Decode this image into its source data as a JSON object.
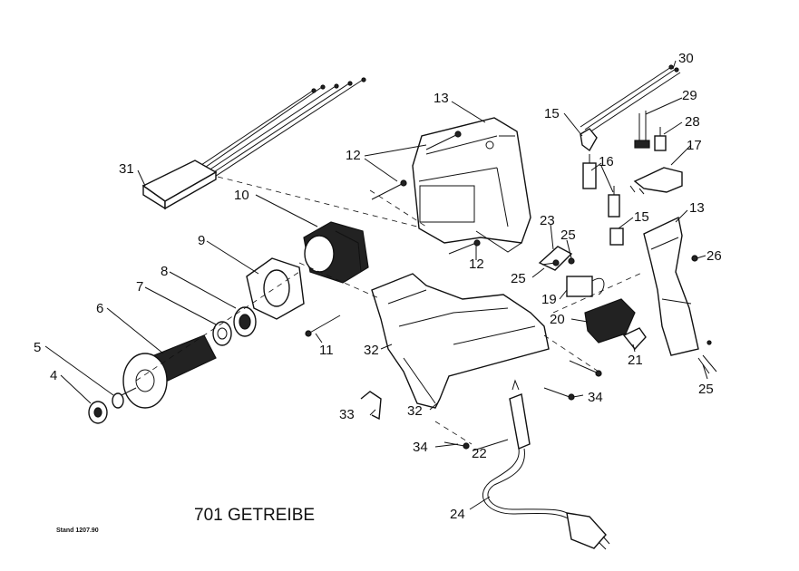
{
  "title": "701 GETREIBE",
  "stand": "Stand 1207.90",
  "parts": [
    {
      "id": "p31",
      "label": "31",
      "name": "cable-harness"
    },
    {
      "id": "p13a",
      "label": "13",
      "name": "motor-housing"
    },
    {
      "id": "p12a",
      "label": "12",
      "name": "screws-upper"
    },
    {
      "id": "p12b",
      "label": "12",
      "name": "screws-lower"
    },
    {
      "id": "p10",
      "label": "10",
      "name": "field-coil"
    },
    {
      "id": "p9",
      "label": "9",
      "name": "fan-baffle"
    },
    {
      "id": "p8",
      "label": "8",
      "name": "bearing-rear"
    },
    {
      "id": "p7",
      "label": "7",
      "name": "bearing-inner"
    },
    {
      "id": "p6",
      "label": "6",
      "name": "armature"
    },
    {
      "id": "p5",
      "label": "5",
      "name": "washer"
    },
    {
      "id": "p4",
      "label": "4",
      "name": "bearing-front"
    },
    {
      "id": "p11",
      "label": "11",
      "name": "long-screw"
    },
    {
      "id": "p32a",
      "label": "32",
      "name": "handle-half-upper"
    },
    {
      "id": "p32b",
      "label": "32",
      "name": "handle-half-lower"
    },
    {
      "id": "p33",
      "label": "33",
      "name": "clip"
    },
    {
      "id": "p34a",
      "label": "34",
      "name": "screw-right"
    },
    {
      "id": "p34b",
      "label": "34",
      "name": "screw-bottom"
    },
    {
      "id": "p22",
      "label": "22",
      "name": "cable-sleeve"
    },
    {
      "id": "p24",
      "label": "24",
      "name": "power-cord"
    },
    {
      "id": "p30",
      "label": "30",
      "name": "wires"
    },
    {
      "id": "p29",
      "label": "29",
      "name": "brush-spring"
    },
    {
      "id": "p28",
      "label": "28",
      "name": "brush-holder"
    },
    {
      "id": "p17",
      "label": "17",
      "name": "terminal-block"
    },
    {
      "id": "p15a",
      "label": "15",
      "name": "carbon-brush-upper"
    },
    {
      "id": "p16",
      "label": "16",
      "name": "brush-set"
    },
    {
      "id": "p15b",
      "label": "15",
      "name": "carbon-brush-lower"
    },
    {
      "id": "p23",
      "label": "23",
      "name": "cable-clamp"
    },
    {
      "id": "p25a",
      "label": "25",
      "name": "clamp-screw-right"
    },
    {
      "id": "p25b",
      "label": "25",
      "name": "clamp-screw-left"
    },
    {
      "id": "p19",
      "label": "19",
      "name": "suppressor"
    },
    {
      "id": "p20",
      "label": "20",
      "name": "switch"
    },
    {
      "id": "p21",
      "label": "21",
      "name": "trigger-knob"
    },
    {
      "id": "p13b",
      "label": "13",
      "name": "handle-cover"
    },
    {
      "id": "p26",
      "label": "26",
      "name": "cover-screw"
    },
    {
      "id": "p25c",
      "label": "25",
      "name": "cover-screws-bottom"
    }
  ]
}
